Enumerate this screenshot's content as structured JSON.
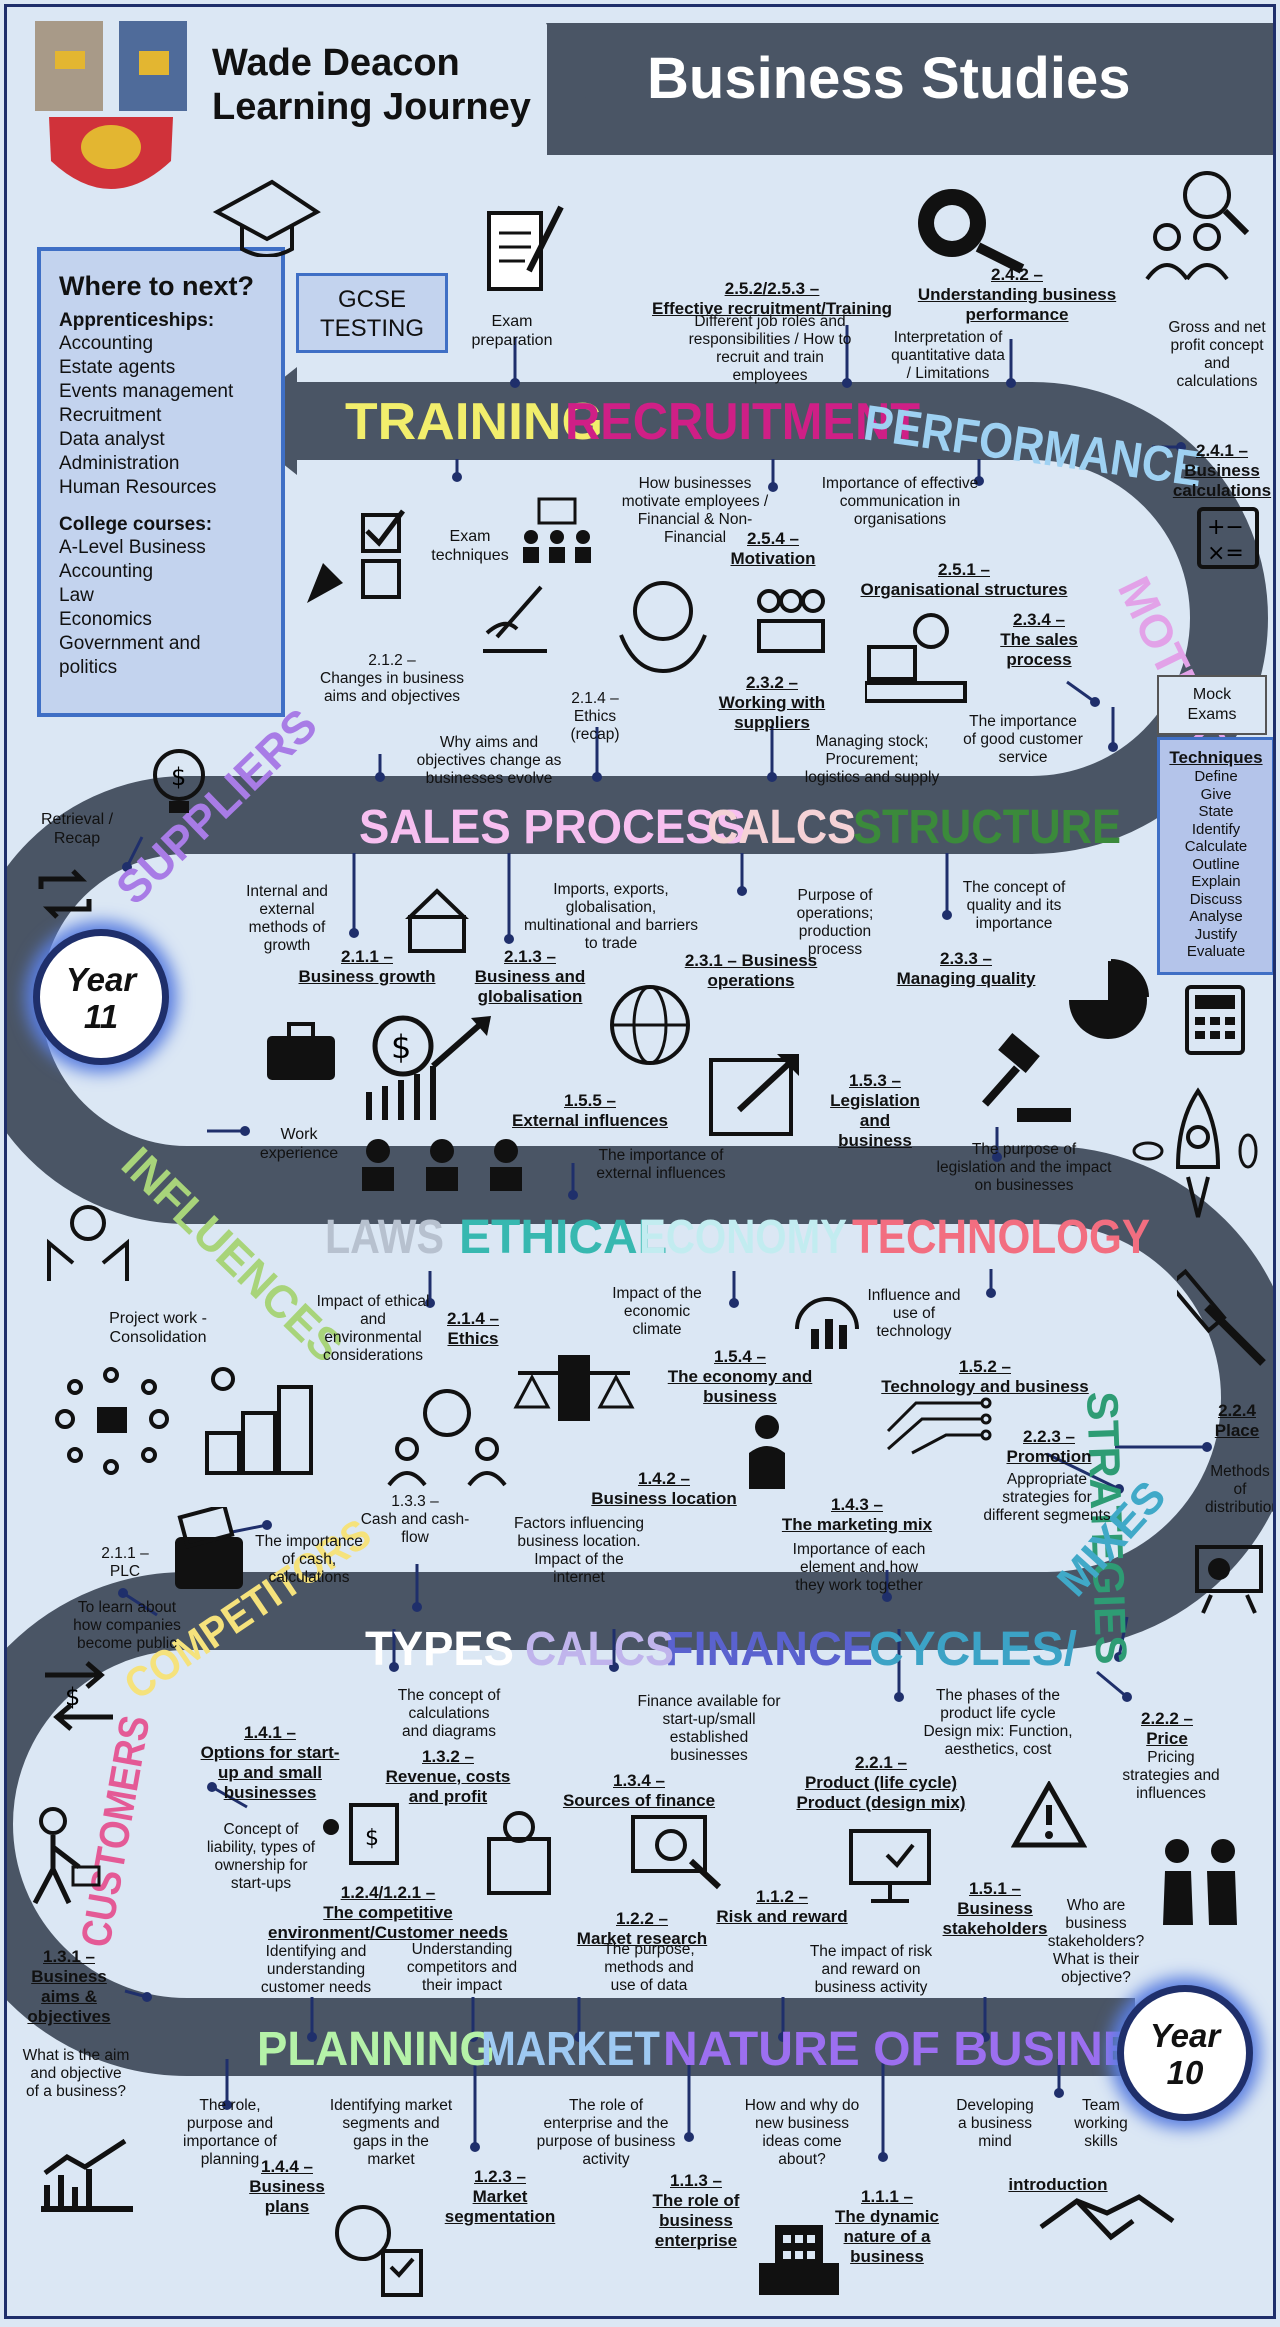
{
  "header": {
    "school_line1": "Wade Deacon",
    "school_line2": "Learning Journey",
    "subject": "Business Studies"
  },
  "colors": {
    "background": "#dbe7f4",
    "road": "#4a5565",
    "box_fill": "#c3d3ee",
    "box_border": "#3f6fc5",
    "border": "#1f2f6b"
  },
  "where_next": {
    "title": "Where to next?",
    "apprenticeships_label": "Apprenticeships:",
    "apprenticeships": [
      "Accounting",
      "Estate agents",
      "Events management",
      "Recruitment",
      "Data analyst",
      "Administration",
      "Human Resources"
    ],
    "college_label": "College courses:",
    "college": [
      "A-Level Business",
      "Accounting",
      "Law",
      "Economics",
      "Government and",
      "politics"
    ]
  },
  "boxes": {
    "gcse": [
      "GCSE",
      "TESTING"
    ],
    "mock": [
      "Mock",
      "Exams"
    ],
    "techniques_title": "Techniques",
    "techniques": [
      "Define",
      "Give",
      "State",
      "Identify",
      "Calculate",
      "Outline",
      "Explain",
      "Discuss",
      "Analyse",
      "Justify",
      "Evaluate"
    ]
  },
  "years": {
    "year11": [
      "Year",
      "11"
    ],
    "year10": [
      "Year",
      "10"
    ]
  },
  "road_words": [
    {
      "text": "TRAINING",
      "color": "#f2ee6c"
    },
    {
      "text": "RECRUITMENT",
      "color": "#cf1f86"
    },
    {
      "text": "PERFORMANCE",
      "color": "#9ed1f2"
    },
    {
      "text": "MOTIVATION",
      "color": "#e2a2e8"
    },
    {
      "text": "SUPPLIERS",
      "color": "#a87ce6"
    },
    {
      "text": "SALES PROCESS",
      "color": "#f7bff0"
    },
    {
      "text": "CALCS",
      "color": "#f5d2d6"
    },
    {
      "text": "STRUCTURE",
      "color": "#3b8a3b"
    },
    {
      "text": "INFLUENCES",
      "color": "#a8d47a"
    },
    {
      "text": "LAWS",
      "color": "#b7c1cf"
    },
    {
      "text": "ETHICAL",
      "color": "#37b8b0"
    },
    {
      "text": "ECONOMY",
      "color": "#c2ecf0"
    },
    {
      "text": "TECHNOLOGY",
      "color": "#f26e80"
    },
    {
      "text": "STRATEGIES",
      "color": "#2e9c74"
    },
    {
      "text": "MIXES",
      "color": "#40a9c8"
    },
    {
      "text": "CYCLES/",
      "color": "#3ca3c6"
    },
    {
      "text": "FINANCE",
      "color": "#5a62cf"
    },
    {
      "text": "CALCS",
      "color": "#c0b4ec"
    },
    {
      "text": "TYPES",
      "color": "#ffffff"
    },
    {
      "text": "COMPETITORS",
      "color": "#f5e27c"
    },
    {
      "text": "CUSTOMERS",
      "color": "#e45a96"
    },
    {
      "text": "PLANNING",
      "color": "#b5f2a8"
    },
    {
      "text": "MARKET",
      "color": "#9ec9f2"
    },
    {
      "text": "NATURE OF BUSINESS",
      "color": "#9c6ff0"
    }
  ],
  "labels": {
    "exam_prep": [
      "Exam",
      "preparation"
    ],
    "exam_tech": [
      "Exam",
      "techniques"
    ],
    "retrieval": [
      "Retrieval /",
      "Recap"
    ],
    "work_exp": [
      "Work",
      "experience"
    ],
    "project": [
      "Project work -",
      "Consolidation"
    ],
    "c212": [
      "2.1.2 –",
      "Changes in business",
      "aims and objectives"
    ],
    "c212_d": [
      "Why aims and",
      "objectives change as",
      "businesses evolve"
    ],
    "c214": [
      "2.1.4 –",
      "Ethics",
      "(recap)"
    ],
    "c2523": [
      "2.5.2/2.5.3 –",
      "Effective recruitment/Training"
    ],
    "c2523_d": [
      "Different job roles and",
      "responsibilities / How to",
      "recruit and train",
      "employees"
    ],
    "c242": [
      "2.4.2 –",
      "Understanding business",
      "performance"
    ],
    "c242_d": [
      "Interpretation of",
      "quantitative data",
      "/ Limitations"
    ],
    "gross_d": [
      "Gross and net",
      "profit concept",
      "and",
      "calculations"
    ],
    "c241": [
      "2.4.1 –",
      "Business",
      "calculations"
    ],
    "motiv_d": [
      "How businesses",
      "motivate employees /",
      "Financial & Non-",
      "Financial"
    ],
    "c254": [
      "2.5.4 –",
      "Motivation"
    ],
    "comm_d": [
      "Importance of effective",
      "communication in",
      "organisations"
    ],
    "c251": [
      "2.5.1 –",
      "Organisational structures"
    ],
    "c234": [
      "2.3.4 –",
      "The sales",
      "process"
    ],
    "c234_d": [
      "The importance",
      "of good customer",
      "service"
    ],
    "c232": [
      "2.3.2 –",
      "Working with",
      "suppliers"
    ],
    "c232_d": [
      "Managing stock;",
      "Procurement;",
      "logistics and supply"
    ],
    "growth_d": [
      "Internal and",
      "external",
      "methods of",
      "growth"
    ],
    "c211": [
      "2.1.1 –",
      "Business growth"
    ],
    "glob_d": [
      "Imports, exports,",
      "globalisation,",
      "multinational and barriers",
      "to trade"
    ],
    "c213": [
      "2.1.3 –",
      "Business and",
      "globalisation"
    ],
    "ops_d": [
      "Purpose of",
      "operations;",
      "production process"
    ],
    "c231": [
      "2.3.1 – Business",
      "operations"
    ],
    "qual_d": [
      "The concept of",
      "quality and its",
      "importance"
    ],
    "c233": [
      "2.3.3 –",
      "Managing quality"
    ],
    "c155": [
      "1.5.5 –",
      "External influences"
    ],
    "c155_d": [
      "The importance of",
      "external influences"
    ],
    "c153": [
      "1.5.3 –",
      "Legislation and",
      "business"
    ],
    "c153_d": [
      "The purpose of",
      "legislation and the impact",
      "on businesses"
    ],
    "eth_d": [
      "Impact of ethical",
      "and",
      "environmental",
      "considerations"
    ],
    "c214b": [
      "2.1.4 –",
      "Ethics"
    ],
    "econ_d": [
      "Impact of the",
      "economic",
      "climate"
    ],
    "c154": [
      "1.5.4 –",
      "The economy and",
      "business"
    ],
    "tech_d": [
      "Influence and",
      "use of",
      "technology"
    ],
    "c152": [
      "1.5.2 –",
      "Technology and business"
    ],
    "c224": [
      "2.2.4",
      "Place"
    ],
    "c224_d": [
      "Methods of",
      "distribution"
    ],
    "c223": [
      "2.2.3 –",
      "Promotion"
    ],
    "c223_d": [
      "Appropriate",
      "strategies for",
      "different segments"
    ],
    "c142": [
      "1.4.2 –",
      "Business location"
    ],
    "c142_d": [
      "Factors influencing",
      "business location.",
      "Impact of the",
      "internet"
    ],
    "c143": [
      "1.4.3 –",
      "The marketing mix"
    ],
    "c143_d": [
      "Importance of each",
      "element and how",
      "they work together"
    ],
    "cash_d": [
      "The importance",
      "of cash,",
      "calculations"
    ],
    "c133": [
      "1.3.3 –",
      "Cash and cash-",
      "flow"
    ],
    "plc": [
      "2.1.1 –",
      "PLC"
    ],
    "plc_d": [
      "To learn about",
      "how companies",
      "become public"
    ],
    "calc_d": [
      "The concept of",
      "calculations",
      "and diagrams"
    ],
    "fin_d": [
      "Finance available for",
      "start-up/small",
      "established",
      "businesses"
    ],
    "plc2_d": [
      "The phases of the",
      "product life cycle",
      "Design mix: Function,",
      "aesthetics, cost"
    ],
    "c222": [
      "2.2.2 –",
      "Price"
    ],
    "c222_d": [
      "Pricing",
      "strategies and",
      "influences"
    ],
    "c141": [
      "1.4.1 –",
      "Options for start-",
      "up and small",
      "businesses"
    ],
    "c141_d": [
      "Concept of",
      "liability, types of",
      "ownership for",
      "start-ups"
    ],
    "c132": [
      "1.3.2 –",
      "Revenue, costs",
      "and profit"
    ],
    "c134": [
      "1.3.4 –",
      "Sources of finance"
    ],
    "c221": [
      "2.2.1 –",
      "Product (life cycle)",
      "Product (design mix)"
    ],
    "c1241": [
      "1.2.4/1.2.1 –",
      "The competitive",
      "environment/Customer needs"
    ],
    "c1241_d1": [
      "Identifying and",
      "understanding",
      "customer needs"
    ],
    "c1241_d2": [
      "Understanding",
      "competitors and",
      "their impact"
    ],
    "c122": [
      "1.2.2 –",
      "Market research"
    ],
    "c122_d": [
      "The purpose,",
      "methods and",
      "use of data"
    ],
    "c112": [
      "1.1.2 –",
      "Risk and reward"
    ],
    "c112_d": [
      "The impact of risk",
      "and reward on",
      "business activity"
    ],
    "c151": [
      "1.5.1 –",
      "Business",
      "stakeholders"
    ],
    "c151_d": [
      "Who are",
      "business",
      "stakeholders?",
      "What is their",
      "objective?"
    ],
    "c131": [
      "1.3.1 –",
      "Business",
      "aims &",
      "objectives"
    ],
    "c131_d": [
      "What is the aim",
      "and objective",
      "of a business?"
    ],
    "plan_d": [
      "The role,",
      "purpose  and",
      "importance of",
      "planning"
    ],
    "c144": [
      "1.4.4 –",
      "Business",
      "plans"
    ],
    "seg_d": [
      "Identifying market",
      "segments and",
      "gaps in the",
      "market"
    ],
    "c123": [
      "1.2.3 –",
      "Market",
      "segmentation"
    ],
    "ent_d": [
      "The role of",
      "enterprise and the",
      "purpose of business",
      "activity"
    ],
    "c113": [
      "1.1.3 –",
      "The role of",
      "business",
      "enterprise"
    ],
    "idea_d": [
      "How and why do",
      "new business",
      "ideas come",
      "about?"
    ],
    "c111": [
      "1.1.1 –",
      "The dynamic",
      "nature of a",
      "business"
    ],
    "mind_d": [
      "Developing",
      "a business",
      "mind"
    ],
    "team_d": [
      "Team",
      "working",
      "skills"
    ],
    "intro": [
      "introduction"
    ]
  }
}
